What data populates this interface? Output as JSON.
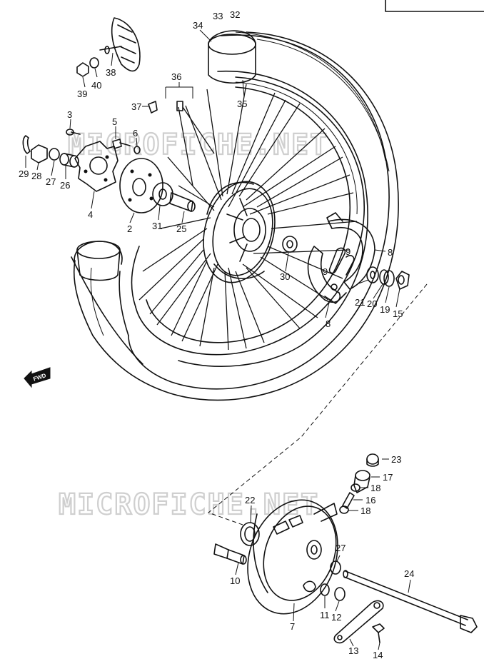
{
  "watermark": {
    "text": "MICROFICHE.NET"
  },
  "direction_arrow": {
    "text": "FWD"
  },
  "labels": {
    "p2": "2",
    "p3": "3",
    "p4": "4",
    "p5": "5",
    "p6": "6",
    "p7": "7",
    "p8a": "8",
    "p8b": "8",
    "p9a": "9",
    "p9b": "9",
    "p10": "10",
    "p11": "11",
    "p12": "12",
    "p13": "13",
    "p14": "14",
    "p15": "15",
    "p16": "16",
    "p17": "17",
    "p18a": "18",
    "p18b": "18",
    "p19": "19",
    "p20": "20",
    "p21": "21",
    "p22": "22",
    "p23": "23",
    "p24": "24",
    "p25": "25",
    "p26": "26",
    "p27a": "27",
    "p27b": "27",
    "p28": "28",
    "p29": "29",
    "p30": "30",
    "p31": "31",
    "p32": "32",
    "p33": "33",
    "p34": "34",
    "p35": "35",
    "p36": "36",
    "p37": "37",
    "p38": "38",
    "p39": "39",
    "p40": "40"
  }
}
